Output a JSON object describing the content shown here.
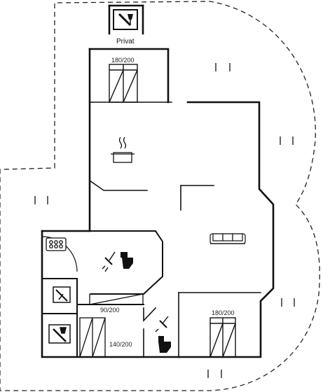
{
  "labels": {
    "privat": "Privat",
    "bed_top": "180/200",
    "bed_right": "180/200",
    "bed_small": "90/200",
    "bed_left": "140/200"
  },
  "icons": {
    "room_icon_top": "wine-bottle-glass-icon",
    "pot": "cooking-pot-icon",
    "sofa": "sofa-icon",
    "stove": "stove-hob-icon",
    "toilet": "toilet-icon",
    "shower": "shower-icon",
    "washer": "washing-machine-icon"
  },
  "colors": {
    "wall": "#111111",
    "dashed_boundary": "#222222",
    "background": "#ffffff"
  }
}
